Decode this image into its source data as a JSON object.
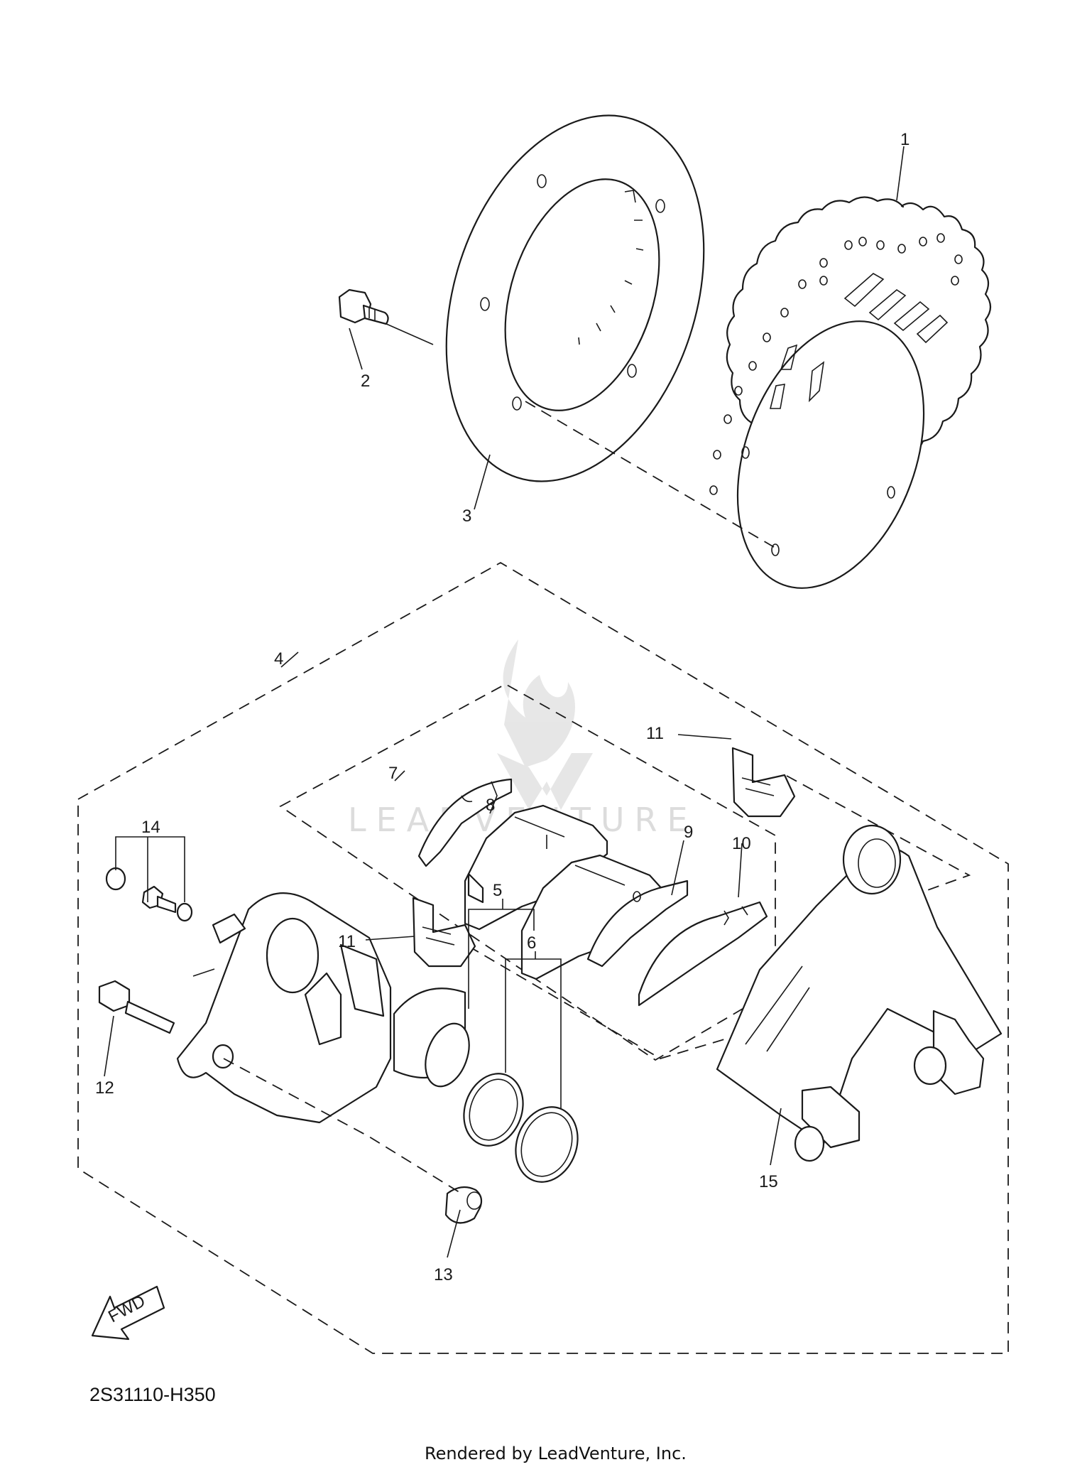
{
  "callouts": {
    "c1": "1",
    "c2": "2",
    "c3": "3",
    "c4": "4",
    "c5": "5",
    "c6": "6",
    "c7": "7",
    "c8": "8",
    "c9": "9",
    "c10": "10",
    "c11a": "11",
    "c11b": "11",
    "c12": "12",
    "c13": "13",
    "c14": "14",
    "c15": "15"
  },
  "watermark": {
    "text": "LEADVENTURE"
  },
  "fwd_label": "FWD",
  "diagram_ref": "2S31110-H350",
  "footer": "Rendered by LeadVenture, Inc."
}
